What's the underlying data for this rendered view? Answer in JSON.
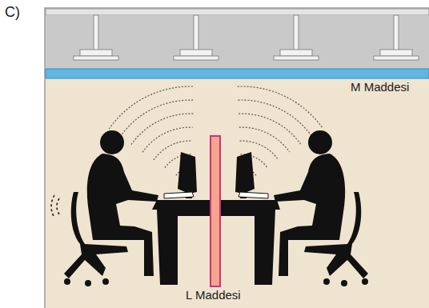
{
  "diagram": {
    "labels": [
      "C)",
      "M Maddesi",
      "L Maddesi"
    ]
  }
}
